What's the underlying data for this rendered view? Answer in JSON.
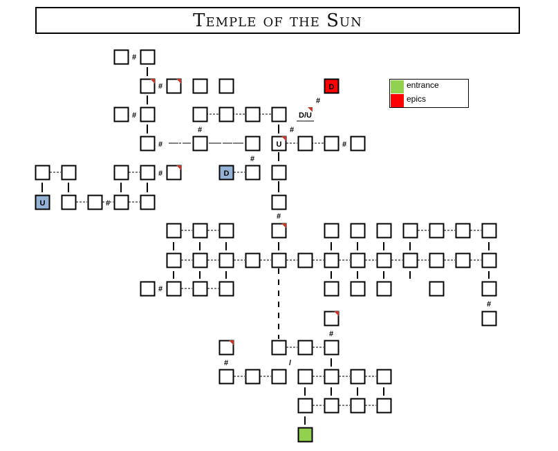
{
  "title": "Temple of the Sun",
  "legend": [
    {
      "label": "entrance",
      "color": "#92d050"
    },
    {
      "label": "epics",
      "color": "#ff0000"
    }
  ],
  "room_colors": {
    "blue": "#95b3d7",
    "green": "#92d050",
    "red": "#ff0000",
    "marker": "#c0392b"
  },
  "room_labels": {
    "U": "U",
    "D": "D",
    "DU": "D/U"
  },
  "connector_symbols": {
    "secret": "#",
    "slope": "/"
  }
}
